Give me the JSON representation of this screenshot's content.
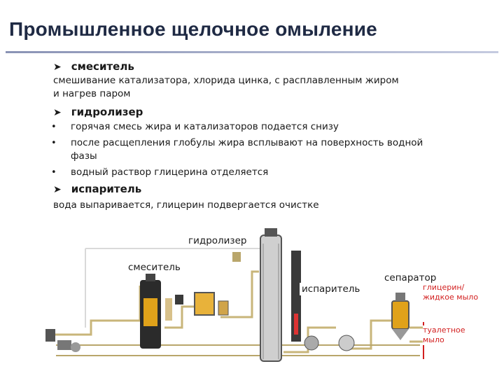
{
  "title": "Промышленное щелочное омыление",
  "sections": [
    {
      "heading": "смеситель",
      "lines": [
        "смешивание катализатора, хлорида цинка, с расплавленным жиром",
        "и нагрев паром"
      ]
    },
    {
      "heading": "гидролизер",
      "bullets": [
        "горячая смесь жира и катализаторов подается снизу",
        "после расщепления глобулы жира всплывают на поверхность водной",
        "фазы",
        "водный раствор глицерина отделяется"
      ]
    },
    {
      "heading": "испаритель",
      "lines": [
        "вода выпаривается,  глицерин подвергается очистке"
      ]
    }
  ],
  "diagram": {
    "labels": {
      "hydrolyzer": "гидролизер",
      "mixer": "смеситель",
      "evaporator": "испаритель",
      "separator": "сепаратор"
    },
    "outputs": {
      "glycerin_line1": "глицерин/",
      "glycerin_line2": "жидкое мыло",
      "soap_line1": "туалетное",
      "soap_line2": "мыло"
    }
  },
  "colors": {
    "title": "#1f2a44",
    "output_labels": "#d21f1f",
    "pipe": "#c8b57a",
    "vessel": "#2b2b2b",
    "fluid": "#e0a21a"
  }
}
